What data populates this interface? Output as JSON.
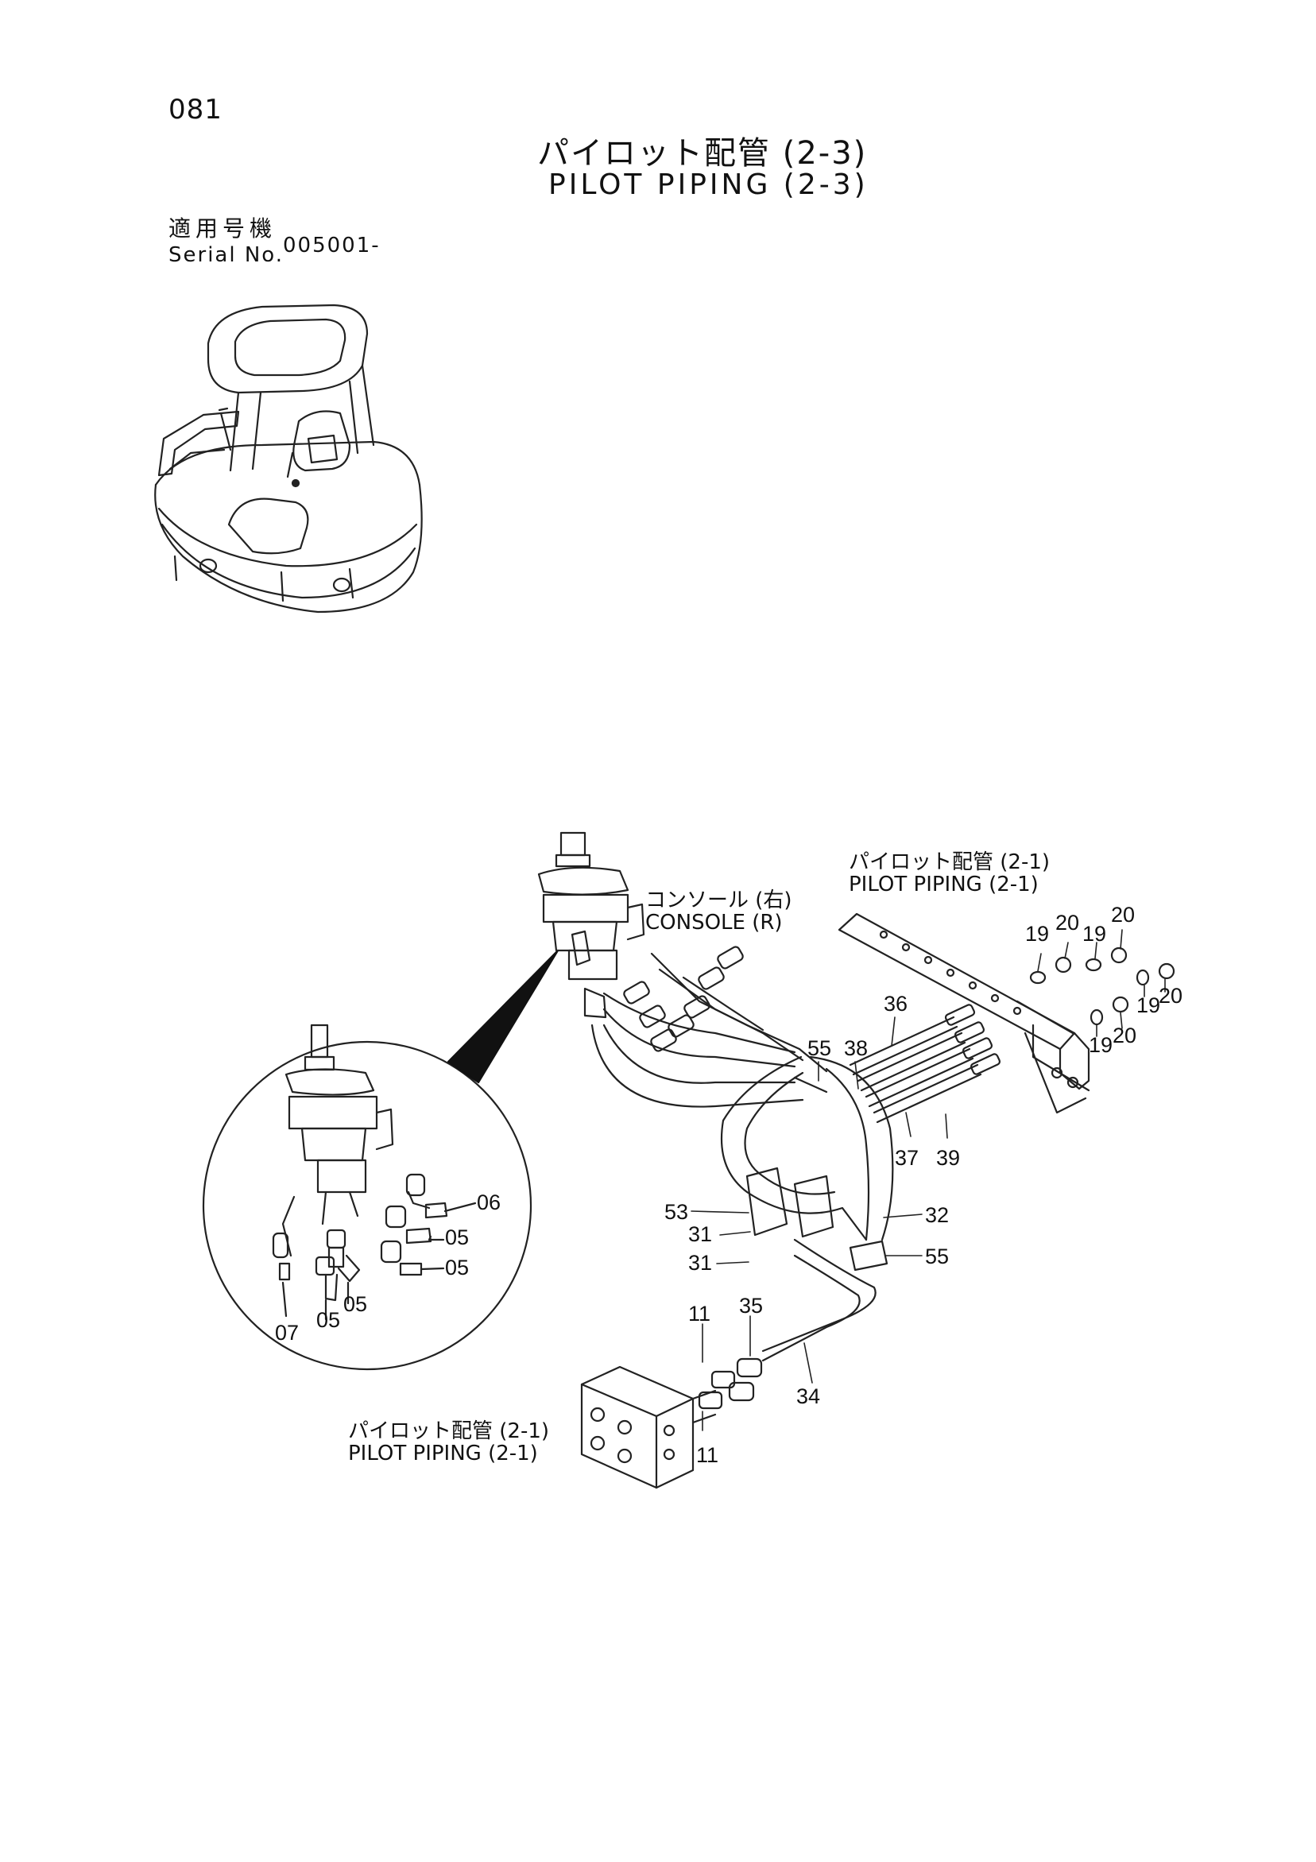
{
  "page": {
    "number": "081",
    "title_jp": "パイロット配管 (2-3)",
    "title_en": "PILOT PIPING (2-3)"
  },
  "serial": {
    "label_jp": "適用号機",
    "label_en": "Serial No.",
    "value": "005001-"
  },
  "references": {
    "top_right_jp": "パイロット配管 (2-1)",
    "top_right_en": "PILOT PIPING (2-1)",
    "console_jp": "コンソール (右)",
    "console_en": "CONSOLE (R)",
    "bottom_left_jp": "パイロット配管 (2-1)",
    "bottom_left_en": "PILOT PIPING (2-1)"
  },
  "part_numbers": {
    "detail": [
      "06",
      "05",
      "05",
      "07",
      "05",
      "05"
    ],
    "main": [
      "19",
      "20",
      "19",
      "20",
      "19",
      "20",
      "19",
      "20",
      "36",
      "55",
      "38",
      "37",
      "39",
      "53",
      "31",
      "31",
      "32",
      "55",
      "11",
      "35",
      "34",
      "11"
    ]
  }
}
